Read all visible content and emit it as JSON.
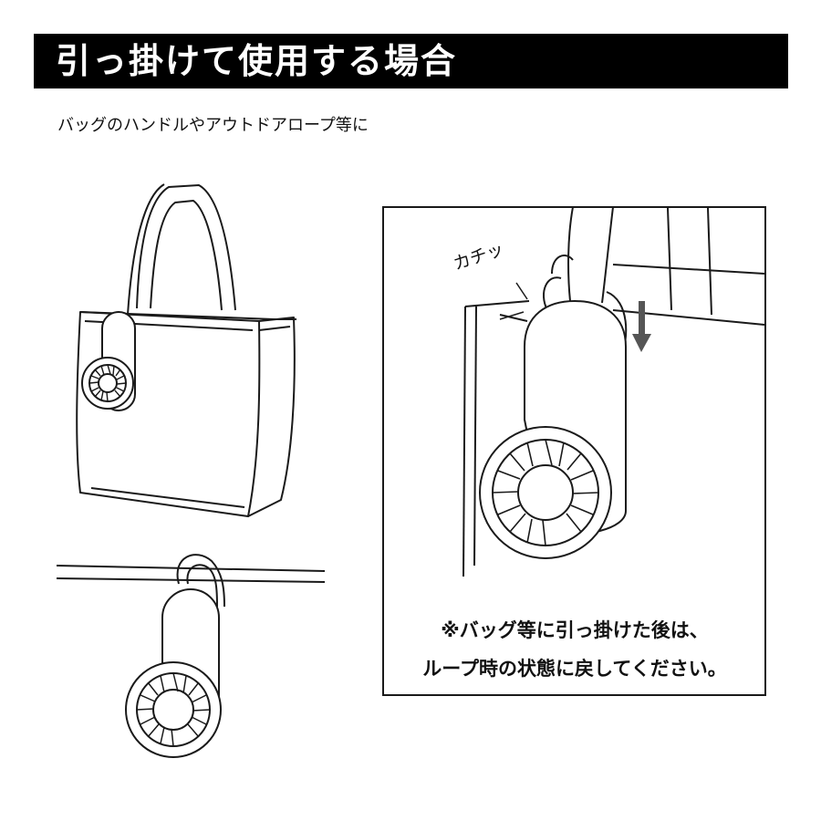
{
  "title": "引っ掛けて使用する場合",
  "subtitle": "バッグのハンドルやアウトドアロープ等に",
  "callout": {
    "sound_label": "カチッ",
    "note_line1": "※バッグ等に引っ掛けた後は、",
    "note_line2": "ループ時の状態に戻してください。"
  },
  "icons": [
    "fan-icon",
    "arrow-down-icon"
  ],
  "colors": {
    "bar": "#000000",
    "line": "#1a1a1a",
    "arrow": "#555555"
  }
}
